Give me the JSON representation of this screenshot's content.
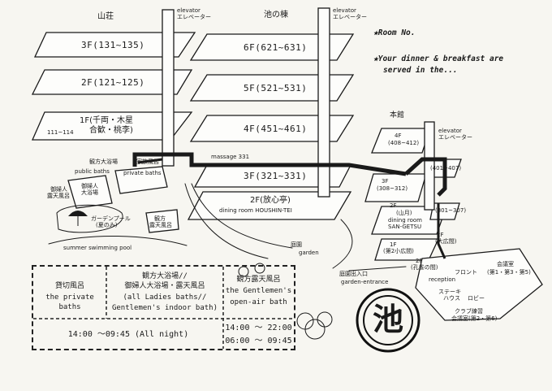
{
  "buildings": {
    "sanso": {
      "name": "山荘",
      "elevator_en": "elevator",
      "elevator_jp": "エレベーター",
      "floors": [
        {
          "label": "3F(131~135)"
        },
        {
          "label": "2F(121~125)"
        },
        {
          "label": "1F(千両・木星",
          "sub": "合歓・桃李)",
          "note": "111~114"
        }
      ]
    },
    "ikenotou": {
      "name": "池の棟",
      "elevator_en": "elevator",
      "elevator_jp": "エレベーター",
      "floors": [
        {
          "label": "6F(621~631)"
        },
        {
          "label": "5F(521~531)"
        },
        {
          "label": "4F(451~461)"
        },
        {
          "label": "3F(321~331)"
        },
        {
          "label": "2F(放心亭)",
          "sub": "dining room HOUSHIN-TEI"
        }
      ]
    },
    "honkan": {
      "name": "本館",
      "elevator_en": "elevator",
      "elevator_jp": "エレベーター",
      "floors": [
        {
          "label": "4F",
          "sub": "(408~412)"
        },
        {
          "label": "3F",
          "sub": "(308~312)"
        },
        {
          "label": "2F",
          "sub": "(山月)",
          "extra": "dining room",
          "extra2": "SAN-GETSU"
        },
        {
          "label": "1F",
          "sub": "(第2小広間)"
        }
      ],
      "ranges": [
        "(401~407)",
        "(301~307)"
      ],
      "lower_labels": [
        "2F",
        "(大広間)",
        "2F",
        "(孔雀の間)"
      ]
    }
  },
  "notes": {
    "room_no": "★Room No.",
    "dinner_line1": "★Your dinner & breakfast are",
    "dinner_line2": "served in the..."
  },
  "labels": {
    "massage": "massage 331",
    "kanpo_baths": "観方大浴場",
    "family_bath_jp": "家族風呂",
    "public_baths": "public baths",
    "private_baths": "private baths",
    "ladies_bath_1": "御婦人",
    "ladies_bath_2": "露天風呂",
    "ladies_big_1": "御婦人",
    "ladies_big_2": "大浴場",
    "pool_jp_1": "ガーデンプール",
    "pool_jp_2": "(夏のみ)",
    "kanpo_roten_1": "観方",
    "kanpo_roten_2": "露天風呂",
    "summer_pool": "summer swimming pool",
    "garden_jp": "庭園",
    "garden_en": "garden",
    "entrance_jp": "庭園出入口",
    "entrance_en": "garden-entrance",
    "front": "フロント",
    "reception": "reception",
    "banquet_1": "会議室",
    "banquet_2": "(第1・第3・第5)",
    "stairs_hall_1": "ステーキ",
    "stairs_hall_2": "ハウス",
    "lobby": "ロビー",
    "club_1": "クラブ練習",
    "club_2": "会議室(第2・第6)"
  },
  "legend": {
    "col1_jp": "貸切風呂",
    "col1_en": "the private baths",
    "col2_jp_1": "観方大浴場//",
    "col2_jp_2": "御婦人大浴場・露天風呂",
    "col2_en_1": "(all Ladies baths//",
    "col2_en_2": "Gentlemen's indoor bath)",
    "col3_jp": "観方露天風呂",
    "col3_en_1": "the Gentlemen's",
    "col3_en_2": "open-air bath",
    "hours_all": "14:00 ～09:45 (All night)",
    "hours_1": "14:00 ～ 22:00",
    "hours_2": "06:00 ～ 09:45"
  },
  "logo": {
    "char": "池"
  }
}
